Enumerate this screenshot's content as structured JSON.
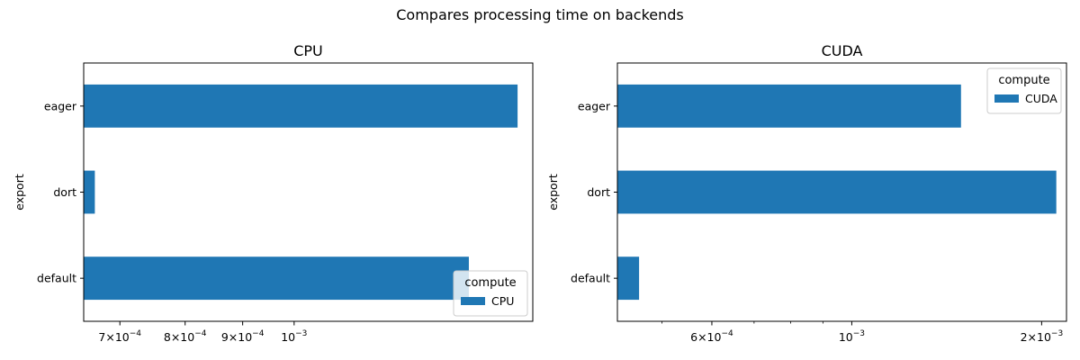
{
  "figure": {
    "suptitle": "Compares processing time on backends"
  },
  "chart_data": [
    {
      "type": "bar",
      "orientation": "horizontal",
      "title": "CPU",
      "xlabel": "",
      "ylabel": "export",
      "x_scale": "log",
      "xlim": [
        0.00065,
        0.00163
      ],
      "categories": [
        "eager",
        "dort",
        "default"
      ],
      "series": [
        {
          "name": "CPU",
          "color": "#1f77b4",
          "values": [
            0.00158,
            0.000665,
            0.00143
          ]
        }
      ],
      "xticks": [
        {
          "value": 0.0007,
          "base": "7×10",
          "exp": "−4"
        },
        {
          "value": 0.0008,
          "base": "8×10",
          "exp": "−4"
        },
        {
          "value": 0.0009,
          "base": "9×10",
          "exp": "−4"
        },
        {
          "value": 0.001,
          "base": "10",
          "exp": "−3"
        }
      ],
      "legend": {
        "title": "compute",
        "placement": "lower-right"
      },
      "grid": false
    },
    {
      "type": "bar",
      "orientation": "horizontal",
      "title": "CUDA",
      "xlabel": "",
      "ylabel": "export",
      "x_scale": "log",
      "xlim": [
        0.000425,
        0.00219
      ],
      "categories": [
        "eager",
        "dort",
        "default"
      ],
      "series": [
        {
          "name": "CUDA",
          "color": "#1f77b4",
          "values": [
            0.00149,
            0.00211,
            0.00046
          ]
        }
      ],
      "xticks": [
        {
          "value": 0.0006,
          "base": "6×10",
          "exp": "−4"
        },
        {
          "value": 0.001,
          "base": "10",
          "exp": "−3"
        },
        {
          "value": 0.002,
          "base": "2×10",
          "exp": "−3"
        }
      ],
      "minor_xticks": [
        0.0005,
        0.0007,
        0.0008,
        0.0009
      ],
      "legend": {
        "title": "compute",
        "placement": "upper-right"
      },
      "grid": false
    }
  ]
}
